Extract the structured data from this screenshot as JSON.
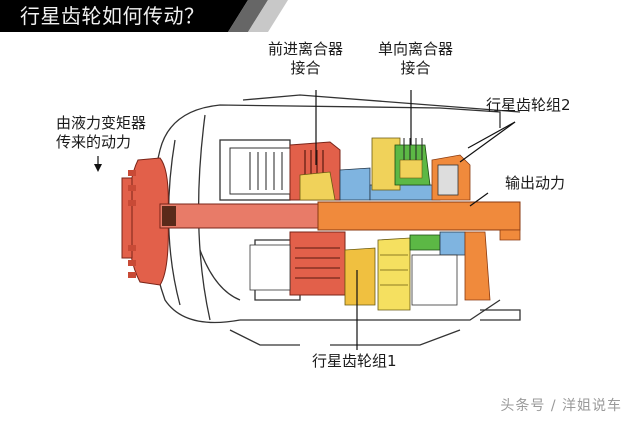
{
  "header": {
    "title": "行星齿轮如何传动？",
    "colors": {
      "band": "#000000",
      "stripe1": "#666666",
      "stripe2": "#c8c8c8"
    }
  },
  "labels": {
    "forward_clutch": {
      "line1": "前进离合器",
      "line2": "接合"
    },
    "oneway_clutch": {
      "line1": "单向离合器",
      "line2": "接合"
    },
    "torque_converter_input": {
      "line1": "由液力变矩器",
      "line2": "传来的动力"
    },
    "planetary_set_2": "行星齿轮组2",
    "output_power": "输出动力",
    "planetary_set_1": "行星齿轮组1"
  },
  "watermark": "头条号 / 洋姐说车",
  "diagram": {
    "subject": "automatic transmission cutaway",
    "colors": {
      "input_shaft": "#e87b68",
      "output_shaft": "#f08a3c",
      "housing_red": "#e2604a",
      "yellow_parts": "#f0d25a",
      "green_parts": "#5cb845",
      "blue_parts": "#7fb4e0",
      "outline": "#222222"
    }
  }
}
